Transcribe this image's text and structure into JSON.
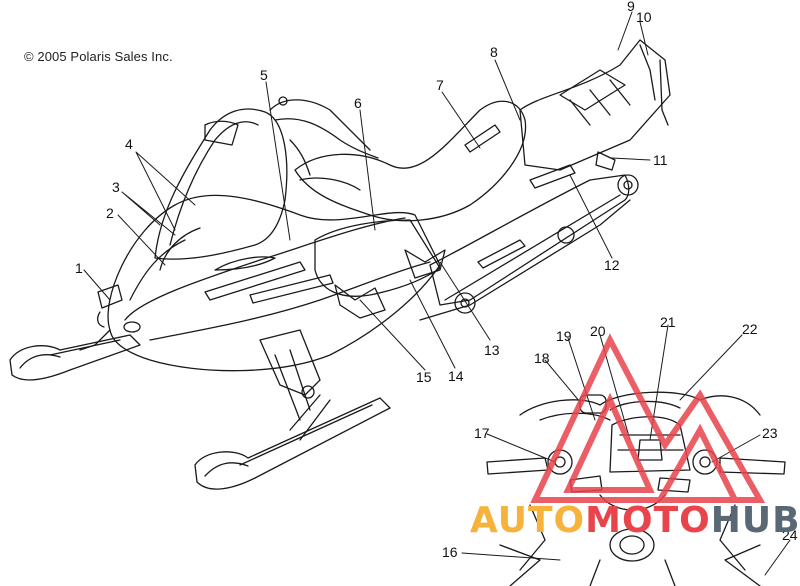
{
  "copyright": "© 2005 Polaris Sales Inc.",
  "callouts": [
    "1",
    "2",
    "3",
    "4",
    "5",
    "6",
    "7",
    "8",
    "9",
    "10",
    "11",
    "12",
    "13",
    "14",
    "15",
    "16",
    "17",
    "18",
    "19",
    "20",
    "21",
    "22",
    "23",
    "24"
  ],
  "watermark": {
    "part1": "AUTO",
    "part2": "MOTO",
    "part3": "HUB"
  },
  "colors": {
    "line": "#1a1a1a",
    "watermark_red": "#e9434b",
    "watermark_orange": "#f6b23a",
    "watermark_gray": "#5a6876"
  }
}
